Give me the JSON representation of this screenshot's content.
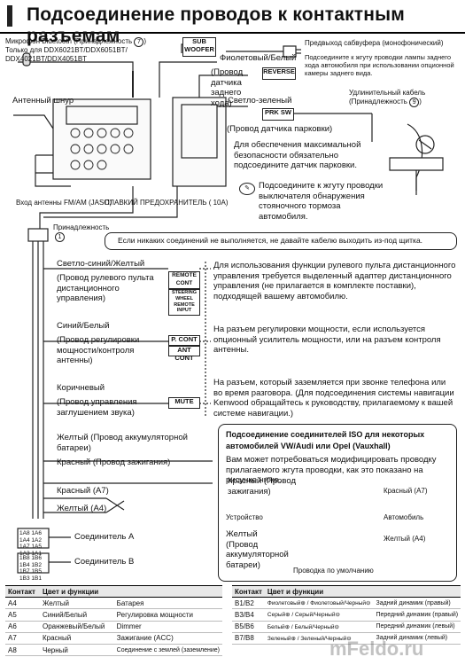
{
  "title": "Подсоединение проводов к контактным разъемам",
  "mic": {
    "line1": "Микрофон Bluetooth (Принадлежность",
    "acc_num": "7",
    "line2": "Только для DDX6021BT/DDX6051BT/",
    "line3": "DDX4021BT/DDX4051BT"
  },
  "antenna_label": "Антенный шнур",
  "fm_am_input": "Вход антенны FM/AM (JASO)",
  "fuse": "ПЛАВКИЙ ПРЕДОХРАНИТЕЛЬ ( 10A)",
  "sub_woofer": {
    "box": "SUB WOOFER",
    "desc": "Предвыход сабвуфера (монофонический)"
  },
  "reverse": {
    "wire": "Фиолетовый/Белый",
    "box": "REVERSE",
    "wire_note": "(Провод датчика заднего хода)",
    "desc": "Подсоедините к жгуту проводки лампы заднего хода автомобиля при использовании опционной камеры заднего вида."
  },
  "extension_cable": {
    "line1": "Удлинительный кабель",
    "line2": "(Принадлежность",
    "num": "9"
  },
  "prk_sw": {
    "wire": "Светло-зеленый",
    "box": "PRK SW",
    "wire_note": "(Провод датчика парковки)",
    "desc": "Для обеспечения максимальной безопасности обязательно подсоедините датчик парковки.",
    "note": "Подсоедините к жгуту проводки выключателя обнаружения стояночного тормоза автомобиля."
  },
  "accessory1": {
    "label": "Принадлежность",
    "num": "1"
  },
  "warning": "Если никаких соединений не выполняется, не давайте кабелю выходить из-под щитка.",
  "remote": {
    "wire": "Светло-синий/Желтый",
    "wire_note": "(Провод рулевого пульта дистанционного управления)",
    "box1": "REMOTE CONT",
    "box2": "STEERING WHEEL REMOTE INPUT",
    "desc": "Для использования функции рулевого пульта дистанционного управления требуется выделенный адаптер дистанционного управления (не прилагается в комплекте поставки), подходящей вашему автомобилю."
  },
  "power": {
    "wire": "Синий/Белый",
    "wire_note": "(Провод регулировки мощности/контроля антенны)",
    "box1": "P. CONT",
    "box2": "ANT CONT",
    "desc": "На разъем регулировки мощности, если используется опционный усилитель мощности, или на разъем контроля антенны."
  },
  "mute": {
    "wire": "Коричневый",
    "wire_note": "(Провод управления заглушением звука)",
    "box": "MUTE",
    "desc": "На разъем, который заземляется при звонке телефона или во время разговора. (Для подсоединения системы навигации Kenwood обращайтесь к руководству, прилагаемому к вашей системе навигации.)"
  },
  "wires": {
    "yellow_battery": "Желтый (Провод аккумуляторной батареи)",
    "red_ignition": "Красный (Провод зажигания)",
    "red_a7": "Красный (A7)",
    "yellow_a4": "Желтый (A4)",
    "connector_a": "Соединитель А",
    "connector_b": "Соединитель В"
  },
  "iso": {
    "title1": "Подсоединение соединителей ISO для некоторых",
    "title2": "автомобилей VW/Audi или Opel (Vauxhall)",
    "desc": "Вам может потребоваться модифицировать проводку прилагаемого жгута проводки, как это показано на рисунке ниже.",
    "red_ign": "Красный (Провод зажигания)",
    "red_a7": "Красный (A7)",
    "device": "Устройство",
    "vehicle": "Автомобиль",
    "yellow_batt": "Желтый (Провод аккумуляторной батареи)",
    "yellow_a4": "Желтый (A4)",
    "default": "Проводка по умолчанию"
  },
  "connector_pins": {
    "a": [
      "1A8",
      "1A6",
      "1A4",
      "1A2",
      "1A7",
      "1A5",
      "1A3",
      "1A1"
    ],
    "b": [
      "1B8",
      "1B6",
      "1B4",
      "1B2",
      "1B7",
      "1B5",
      "1B3",
      "1B1"
    ]
  },
  "table_left": {
    "headers": [
      "Контакт",
      "Цвет и функции",
      ""
    ],
    "rows": [
      [
        "A4",
        "Желтый",
        "Батарея"
      ],
      [
        "A5",
        "Синий/Белый",
        "Регулировка мощности"
      ],
      [
        "A6",
        "Оранжевый/Белый",
        "Dimmer"
      ],
      [
        "A7",
        "Красный",
        "Зажигание (ACC)"
      ],
      [
        "A8",
        "Черный",
        "Соединение с землей (заземление)"
      ]
    ]
  },
  "table_right": {
    "headers": [
      "Контакт",
      "Цвет и функции",
      ""
    ],
    "rows": [
      [
        "B1/B2",
        "Фиолетовый⊕ / Фиолетовый/Черный⊖",
        "Задний динамик (правый)"
      ],
      [
        "B3/B4",
        "Серый⊕ / Серый/Черный⊖",
        "Передний динамик (правый)"
      ],
      [
        "B5/B6",
        "Белый⊕ / Белый/Черный⊖",
        "Передний динамик (левый)"
      ],
      [
        "B7/B8",
        "Зеленый⊕ / Зеленый/Черный⊖",
        "Задний динамик (левый)"
      ]
    ]
  },
  "watermark": "mFeldo.ru"
}
